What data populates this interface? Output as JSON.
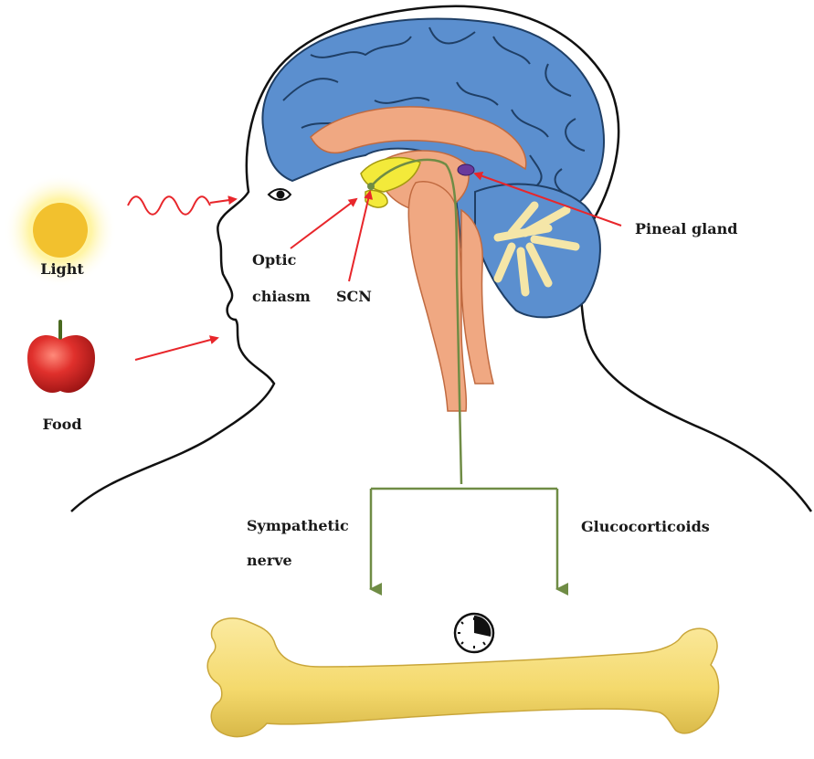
{
  "labels": {
    "light": "Light",
    "food": "Food",
    "optic_chiasm_line1": "Optic",
    "optic_chiasm_line2": "chiasm",
    "scn": "SCN",
    "pineal_gland": "Pineal gland",
    "sympathetic_line1": "Sympathetic",
    "sympathetic_line2": "nerve",
    "glucocorticoids": "Glucocorticoids"
  },
  "colors": {
    "cortex": "#5b8fcf",
    "cortex_line": "#1f3f66",
    "brainstem": "#f0a882",
    "hypothalamus": "#f3ea3a",
    "pineal": "#6a3a9c",
    "arrow_red": "#e8262b",
    "pathway_green": "#6f8c45",
    "bone": "#f5de7c",
    "sun": "#f2c12e",
    "apple": "#d8292b"
  },
  "icons": {
    "sun": "sun-icon",
    "apple": "apple-icon",
    "eye": "eye-icon",
    "clock": "clock-icon",
    "bone": "bone-icon",
    "light_wave": "wave-icon"
  }
}
